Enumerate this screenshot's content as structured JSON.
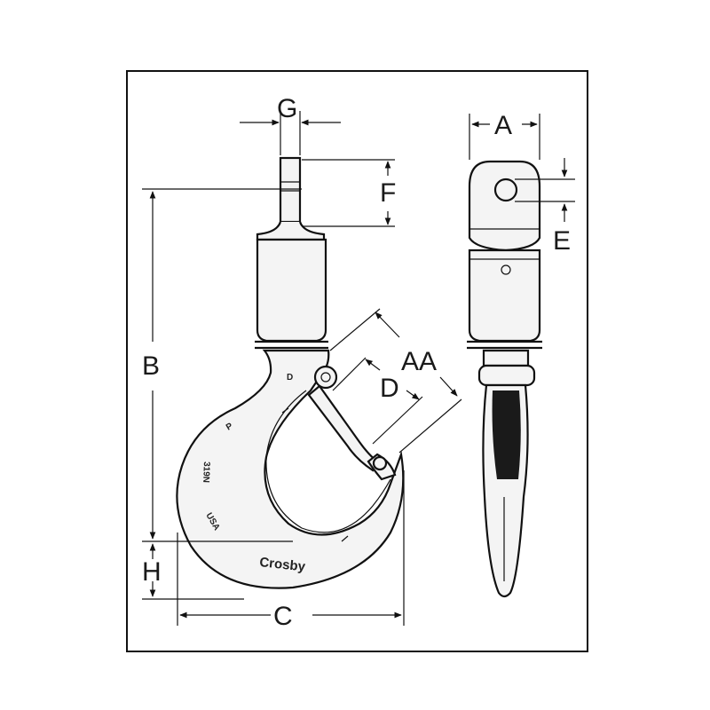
{
  "dimension_labels": {
    "g": "G",
    "f": "F",
    "b": "B",
    "h": "H",
    "c": "C",
    "a": "A",
    "e": "E",
    "aa": "AA",
    "d": "D"
  },
  "hook_markings": {
    "brand": "Crosby",
    "origin": "USA",
    "code": "319N",
    "letter_p": "P",
    "letter_d": "D"
  }
}
